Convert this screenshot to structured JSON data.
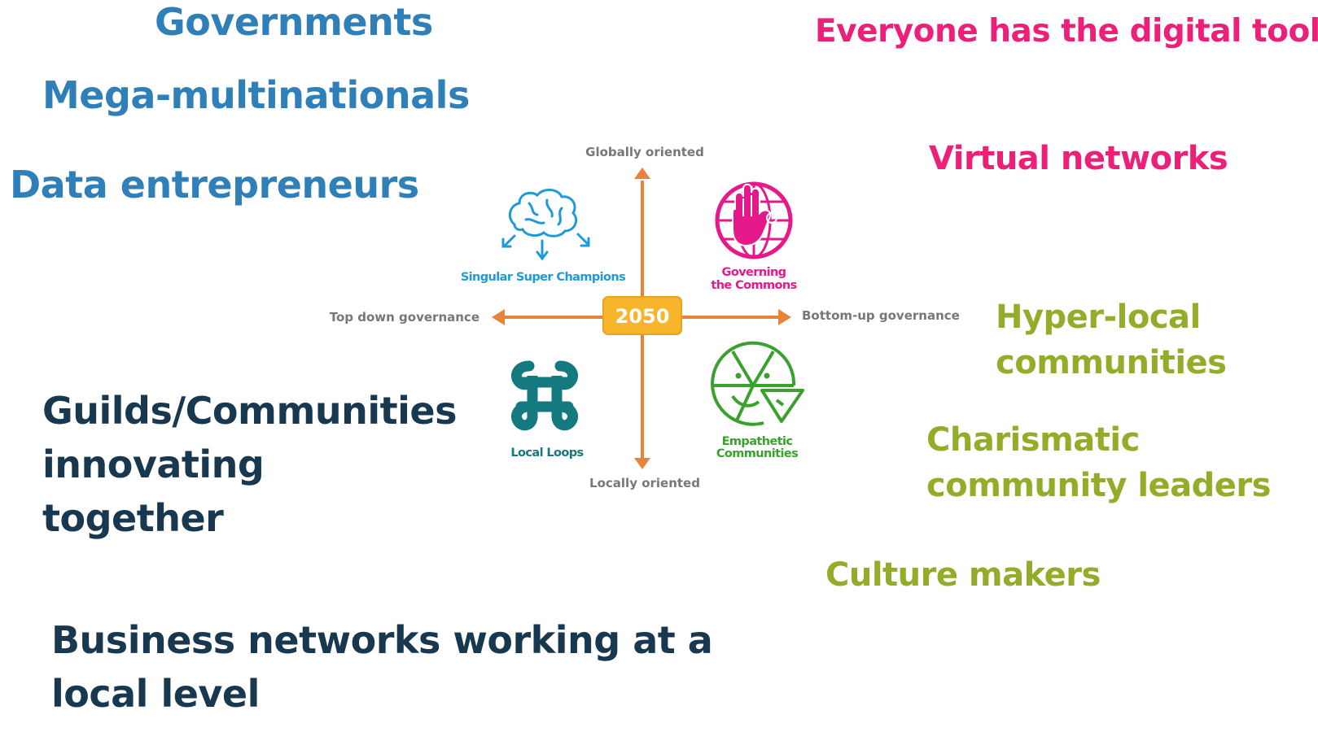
{
  "left_labels": {
    "governments": "Governments",
    "mega_multinationals": "Mega-multinationals",
    "data_entrepreneurs": "Data entrepreneurs",
    "guilds": [
      "Guilds/Communities",
      "innovating",
      "together"
    ],
    "business_networks": [
      "Business networks working at a",
      "local level"
    ]
  },
  "right_labels": {
    "digital_tools": "Everyone has the digital tools",
    "virtual_networks": "Virtual networks",
    "hyper_local": [
      "Hyper-local",
      "communities"
    ],
    "charismatic": [
      "Charismatic",
      "community leaders"
    ],
    "culture_makers": "Culture makers"
  },
  "diagram": {
    "center_label": "2050",
    "axes": {
      "top": "Globally oriented",
      "bottom": "Locally oriented",
      "left": "Top down governance",
      "right": "Bottom-up governance"
    },
    "quadrants": {
      "top_left": {
        "label": "Singular Super Champions",
        "icon": "brain-icon",
        "color": "#1e9bd7"
      },
      "top_right": {
        "label": [
          "Governing",
          "the Commons"
        ],
        "icon": "globe-hand-icon",
        "color": "#e6198a"
      },
      "bottom_left": {
        "label": "Local Loops",
        "icon": "loop-knot-icon",
        "color": "#157a7f"
      },
      "bottom_right": {
        "label": [
          "Empathetic",
          "Communities"
        ],
        "icon": "pizza-face-icon",
        "color": "#3aa12f"
      }
    },
    "colors": {
      "axis": "#e8833a",
      "center_fill": "#f7b52c"
    }
  }
}
